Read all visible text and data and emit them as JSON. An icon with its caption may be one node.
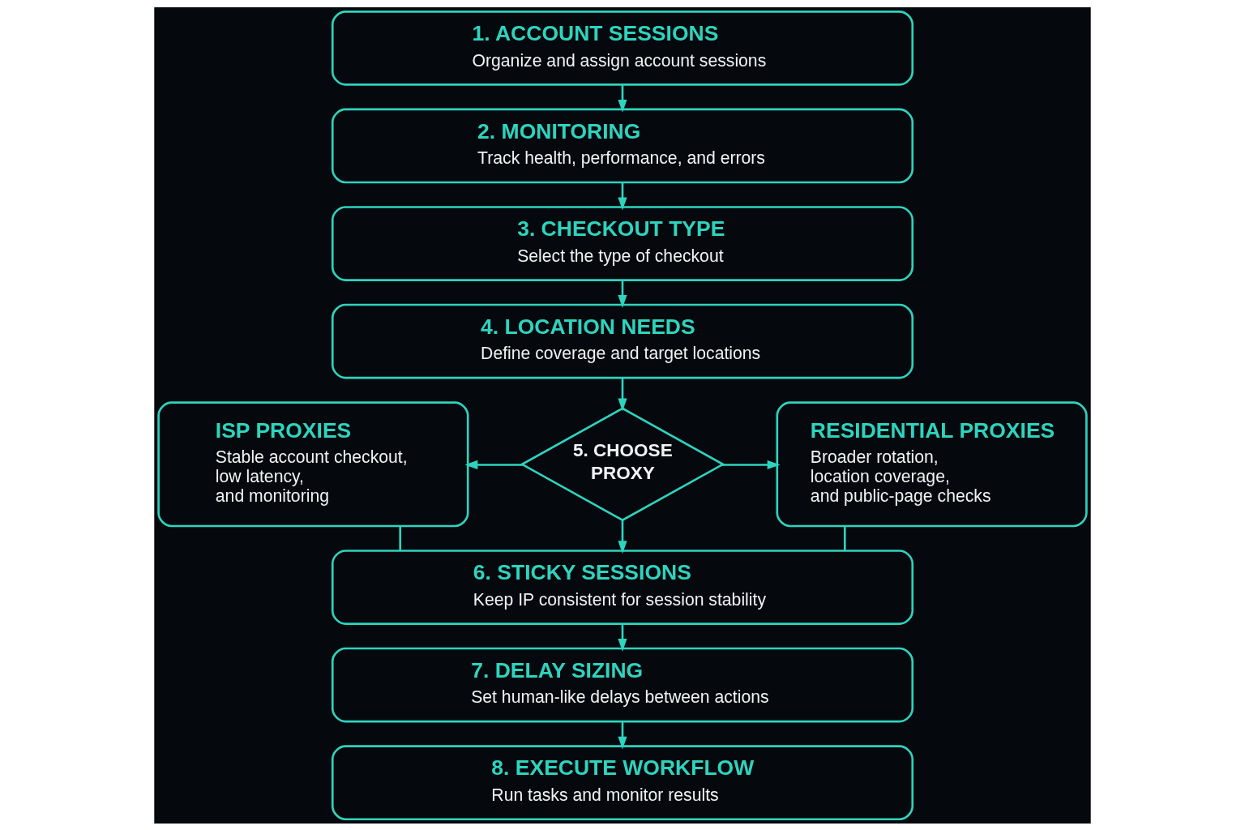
{
  "diagram": {
    "nodes": [
      {
        "text": [
          "1. ACCOUNT SESSIONS",
          "Organize and assign account sessions"
        ]
      },
      {
        "text": [
          "2. MONITORING",
          "Track health, performance, and errors"
        ]
      },
      {
        "text": [
          "3. CHECKOUT TYPE",
          "Select the type of checkout"
        ]
      },
      {
        "text": [
          "4. LOCATION NEEDS",
          "Define coverage and target locations"
        ]
      },
      {
        "text": [
          "ISP PROXIES",
          "Stable account checkout, low latency, and monitoring"
        ]
      },
      {
        "text": [
          "5. CHOOSE PROXY"
        ]
      },
      {
        "text": [
          "RESIDENTIAL PROXIES",
          "Broader rotation, location coverage, and public-page checks"
        ]
      },
      {
        "text": [
          "6. STICKY SESSIONS",
          "Keep IP consistent for session stability"
        ]
      },
      {
        "text": [
          "7. DELAY SIZING",
          "Set human-like delays between actions"
        ]
      },
      {
        "text": [
          "8. EXECUTE WORKFLOW",
          "Run tasks and monitor results"
        ]
      }
    ],
    "edges": [
      {
        "from": 0,
        "to": 1,
        "arrow": "to"
      },
      {
        "from": 1,
        "to": 2,
        "arrow": "to"
      },
      {
        "from": 2,
        "to": 3,
        "arrow": "to"
      },
      {
        "from": 3,
        "to": 5,
        "arrow": "to"
      },
      {
        "from": 5,
        "to": 4,
        "arrow": "to"
      },
      {
        "from": 5,
        "to": 6,
        "arrow": "to"
      },
      {
        "from": 5,
        "to": 7,
        "arrow": "to"
      },
      {
        "from": 4,
        "to": 7,
        "arrow": "none"
      },
      {
        "from": 6,
        "to": 7,
        "arrow": "none"
      },
      {
        "from": 7,
        "to": 8,
        "arrow": "to"
      },
      {
        "from": 8,
        "to": 9,
        "arrow": "to"
      }
    ]
  }
}
